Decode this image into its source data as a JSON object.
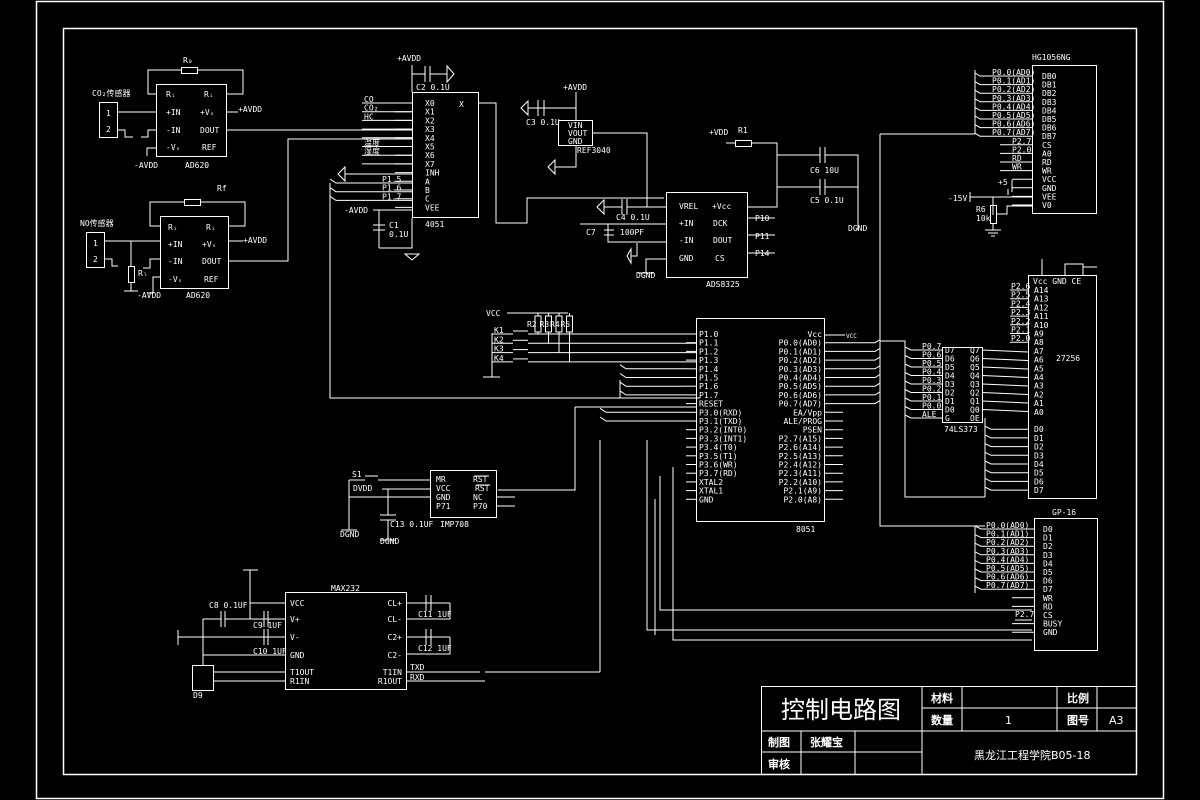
{
  "colors": {
    "background": "#000000",
    "line": "#ffffff"
  },
  "title_block": {
    "title": "控制电路图",
    "material_label": "材料",
    "material_value": "",
    "scale_label": "比例",
    "scale_value": "",
    "quantity_label": "数量",
    "quantity_value": "1",
    "drawing_no_label": "图号",
    "drawing_no_value": "A3",
    "drawn_by_label": "制图",
    "drawn_by_value": "张耀宝",
    "checked_by_label": "审核",
    "checked_by_value": "",
    "institution": "黑龙江工程学院B05-18"
  },
  "sensor1": {
    "label": "CO₂传感器",
    "pins": [
      "1",
      "2"
    ],
    "chip": "AD620",
    "feedback_resistor": "R₀",
    "pins_left": [
      "Rᵢ",
      "+IN",
      "-IN",
      "-Vₛ"
    ],
    "pins_right": [
      "Rᵢ",
      "+Vₛ",
      "DOUT",
      "REF"
    ],
    "supply_pos": "+AVDD",
    "supply_neg": "-AVDD"
  },
  "sensor2": {
    "label": "NO传感器",
    "pins": [
      "1",
      "2"
    ],
    "chip": "AD620",
    "feedback_resistor": "Rf",
    "bias_resistor": "Rₗ",
    "pins_left": [
      "Rᵢ",
      "+IN",
      "-IN",
      "-Vₛ"
    ],
    "pins_right": [
      "Rᵢ",
      "+Vₛ",
      "DOUT",
      "REF"
    ],
    "supply_pos": "+AVDD",
    "supply_neg": "-AVDD"
  },
  "mux": {
    "chip": "4051",
    "supply": "+AVDD",
    "cap_top": "C2  0.1U",
    "cap_bottom_name": "C1",
    "cap_bottom_value": "0.1U",
    "neg_supply": "-AVDD",
    "pins_left": [
      "X0",
      "X1",
      "X2",
      "X3",
      "X4",
      "X5",
      "X6",
      "X7",
      "INH",
      "A",
      "B",
      "C",
      "VEE"
    ],
    "pin_right": "X",
    "inputs": [
      "CO",
      "CO₂",
      "HC",
      "",
      "",
      "温度",
      "湿度",
      ""
    ],
    "port_labels": [
      "P1.5",
      "P1.6",
      "P1.7"
    ]
  },
  "reference": {
    "chip": "REF3040",
    "supply": "+AVDD",
    "cap": "C3  0.1U",
    "pins": [
      "VIN",
      "VOUT",
      "GND"
    ]
  },
  "adc": {
    "chip": "ADS8325",
    "pins_left": [
      "VREL",
      "+IN",
      "-IN",
      "GND"
    ],
    "pins_right": [
      "+Vcc",
      "DCK",
      "DOUT",
      "CS"
    ],
    "port_labels": [
      "P10",
      "P11",
      "P14"
    ],
    "cap_c4": "C4  0.1U",
    "cap_c7_name": "C7",
    "cap_c7_value": "100PF",
    "gnd_label": "DGND",
    "supply": "+VDD",
    "resistor": "R1",
    "cap_c6": "C6  10U",
    "cap_c5": "C5  0.1U",
    "gnd_right": "DGND"
  },
  "lcd": {
    "chip": "HG1056NG",
    "pins": [
      "DB0",
      "DB1",
      "DB2",
      "DB3",
      "DB4",
      "DB5",
      "DB6",
      "DB7",
      "CS",
      "A0",
      "RD",
      "WR",
      "VCC",
      "GND",
      "VEE",
      "V0"
    ],
    "bus_labels": [
      "P0.0(AD0)",
      "P0.1(AD1)",
      "P0.2(AD2)",
      "P0.3(AD3)",
      "P0.4(AD4)",
      "P0.5(AD5)",
      "P0.6(AD6)",
      "P0.7(AD7)",
      "P2.7",
      "P2.0",
      "RD",
      "WR"
    ],
    "supply_pos": "+5",
    "supply_neg": "-15V",
    "pot_name": "R6",
    "pot_value": "10k"
  },
  "keys": {
    "supply": "VCC",
    "resistors": [
      "R2",
      "R3",
      "R4",
      "R5"
    ],
    "labels": [
      "K1",
      "K2",
      "K3",
      "K4"
    ]
  },
  "mcu": {
    "chip": "8051",
    "pins_left": [
      "P1.0",
      "P1.1",
      "P1.2",
      "P1.3",
      "P1.4",
      "P1.5",
      "P1.6",
      "P1.7",
      "RESET",
      "P3.0(RXD)",
      "P3.1(TXD)",
      "P3.2(INT0)",
      "P3.3(INT1)",
      "P3.4(T0)",
      "P3.5(T1)",
      "P3.6(WR)",
      "P3.7(RD)",
      "XTAL2",
      "XTAL1",
      "GND"
    ],
    "pins_right": [
      "Vcc",
      "P0.0(AD0)",
      "P0.1(AD1)",
      "P0.2(AD2)",
      "P0.3(AD3)",
      "P0.4(AD4)",
      "P0.5(AD5)",
      "P0.6(AD6)",
      "P0.7(AD7)",
      "EA/Vpp",
      "ALE/PROG",
      "PSEN",
      "P2.7(A15)",
      "P2.6(A14)",
      "P2.5(A13)",
      "P2.4(A12)",
      "P2.3(A11)",
      "P2.2(A10)",
      "P2.1(A9)",
      "P2.0(A8)"
    ],
    "vcc_label": "VCC"
  },
  "latch": {
    "chip": "74LS373",
    "pins_left": [
      "D7",
      "D6",
      "D5",
      "D4",
      "D3",
      "D2",
      "D1",
      "D0",
      "G"
    ],
    "pins_right": [
      "Q7",
      "Q6",
      "Q5",
      "Q4",
      "Q3",
      "Q2",
      "Q1",
      "Q0",
      "OE"
    ],
    "bus_labels": [
      "P0.7",
      "P0.6",
      "P0.5",
      "P0.4",
      "P0.3",
      "P0.2",
      "P0.1",
      "P0.0",
      "ALE"
    ]
  },
  "eprom": {
    "chip": "27256",
    "top_pins": "Vcc GND CE",
    "pins": [
      "A14",
      "A13",
      "A12",
      "A11",
      "A10",
      "A9",
      "A8",
      "A7",
      "A6",
      "A5",
      "A4",
      "A3",
      "A2",
      "A1",
      "A0",
      "",
      "D0",
      "D1",
      "D2",
      "D3",
      "D4",
      "D5",
      "D6",
      "D7"
    ],
    "port_labels": [
      "P2.6",
      "P2.5",
      "P2.4",
      "P2.3",
      "P2.2",
      "P2.1",
      "P2.0"
    ]
  },
  "supervisor": {
    "chip": "IMP708",
    "switch": "S1",
    "supply": "DVDD",
    "pins_left": [
      "MR",
      "VCC",
      "GND",
      "P71"
    ],
    "pins_right": [
      "RST",
      "RST",
      "NC",
      "P70"
    ],
    "cap": "C13  0.1UF",
    "gnd_labels": [
      "DGND",
      "DGND"
    ]
  },
  "voice": {
    "chip": "GP-16",
    "pins": [
      "D0",
      "D1",
      "D2",
      "D3",
      "D4",
      "D5",
      "D6",
      "D7",
      "WR",
      "RD",
      "CS",
      "BUSY",
      "GND"
    ],
    "bus_labels": [
      "P0.0(AD0)",
      "P0.1(AD1)",
      "P0.2(AD2)",
      "P0.3(AD3)",
      "P0.4(AD4)",
      "P0.5(AD5)",
      "P0.6(AD6)",
      "P0.7(AD7)"
    ],
    "cs_label": "P2.7"
  },
  "rs232": {
    "chip": "MAX232",
    "pins_left": [
      "VCC",
      "V+",
      "V-",
      "GND",
      "T1OUT",
      "R1IN"
    ],
    "pins_right": [
      "CL+",
      "CL-",
      "C2+",
      "C2-",
      "T1IN",
      "R1OUT"
    ],
    "caps": [
      "C8  0.1UF",
      "C9  1UF",
      "C10  1UF",
      "C11  1UF",
      "C12  1UF"
    ],
    "connector": "D9",
    "signals": [
      "TXD",
      "RXD"
    ]
  }
}
